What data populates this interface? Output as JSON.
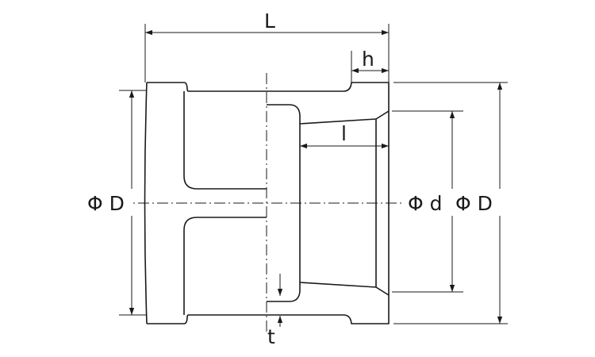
{
  "labels": {
    "length": "L",
    "hub_depth": "h",
    "socket_depth": "l",
    "left_diameter": "Φ D",
    "inner_diameter": "Φ d",
    "right_diameter": "Φ D",
    "wall_thickness": "t"
  }
}
